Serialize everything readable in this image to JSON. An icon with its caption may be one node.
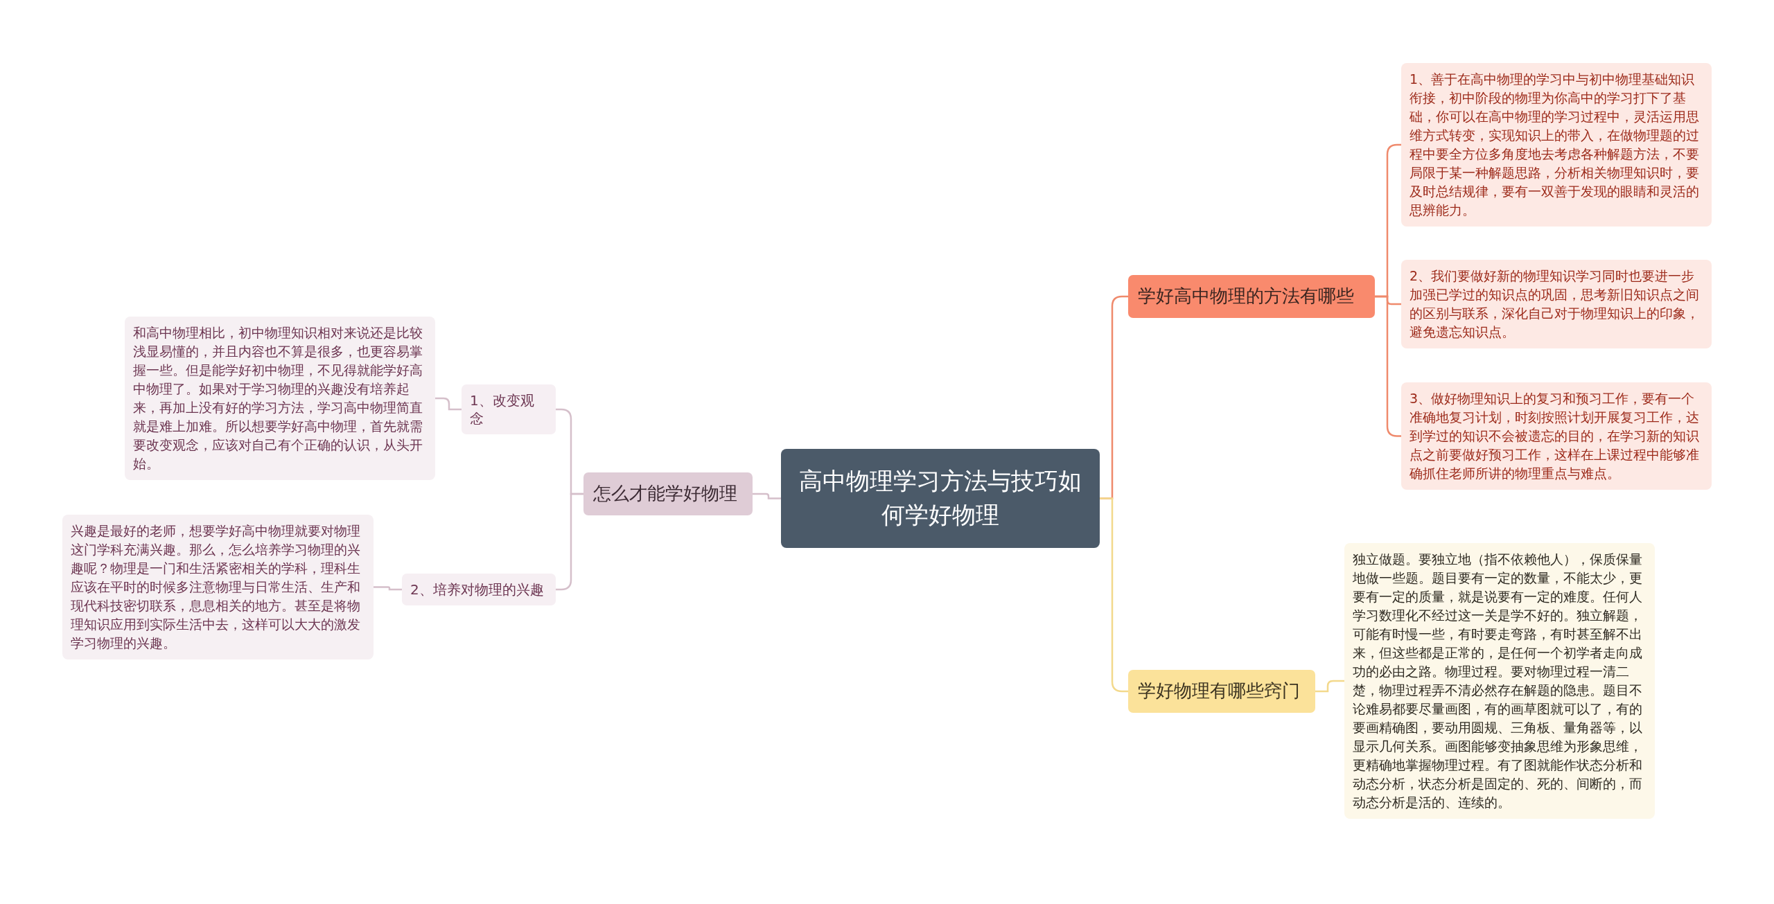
{
  "diagram": {
    "nodes": [
      {
        "text": [
          "高中物理学习方法与技巧如何学好物理"
        ]
      },
      {
        "text": [
          "学好高中物理的方法有哪些"
        ]
      },
      {
        "text": [
          "1、善于在高中物理的学习中与初中物理基础知识衔接，初中阶段的物理为你高中的学习打下了基础，你可以在高中物理的学习过程中，灵活运用思维方式转变，实现知识上的带入，在做物理题的过程中要全方位多角度地去考虑各种解题方法，不要局限于某一种解题思路，分析相关物理知识时，要及时总结规律，要有一双善于发现的眼睛和灵活的思辨能力。"
        ]
      },
      {
        "text": [
          "2、我们要做好新的物理知识学习同时也要进一步加强已学过的知识点的巩固，思考新旧知识点之间的区别与联系，深化自己对于物理知识上的印象，避免遗忘知识点。"
        ]
      },
      {
        "text": [
          "3、做好物理知识上的复习和预习工作，要有一个准确地复习计划，时刻按照计划开展复习工作，达到学过的知识不会被遗忘的目的，在学习新的知识点之前要做好预习工作，这样在上课过程中能够准确抓住老师所讲的物理重点与难点。"
        ]
      },
      {
        "text": [
          "学好物理有哪些窍门"
        ]
      },
      {
        "text": [
          "独立做题。要独立地（指不依赖他人），保质保量地做一些题。题目要有一定的数量，不能太少，更要有一定的质量，就是说要有一定的难度。任何人学习数理化不经过这一关是学不好的。独立解题，可能有时慢一些，有时要走弯路，有时甚至解不出来，但这些都是正常的，是任何一个初学者走向成功的必由之路。物理过程。要对物理过程一清二楚，物理过程弄不清必然存在解题的隐患。题目不论难易都要尽量画图，有的画草图就可以了，有的要画精确图，要动用圆规、三角板、量角器等，以显示几何关系。画图能够变抽象思维为形象思维，更精确地掌握物理过程。有了图就能作状态分析和动态分析，状态分析是固定的、死的、间断的，而动态分析是活的、连续的。"
        ]
      },
      {
        "text": [
          "怎么才能学好物理"
        ]
      },
      {
        "text": [
          "1、改变观念"
        ]
      },
      {
        "text": [
          "和高中物理相比，初中物理知识相对来说还是比较浅显易懂的，并且内容也不算是很多，也更容易掌握一些。但是能学好初中物理，不见得就能学好高中物理了。如果对于学习物理的兴趣没有培养起来，再加上没有好的学习方法，学习高中物理简直就是难上加难。所以想要学好高中物理，首先就需要改变观念，应该对自己有个正确的认识，从头开始。"
        ]
      },
      {
        "text": [
          "2、培养对物理的兴趣"
        ]
      },
      {
        "text": [
          "兴趣是最好的老师，想要学好高中物理就要对物理这门学科充满兴趣。那么，怎么培养学习物理的兴趣呢？物理是一门和生活紧密相关的学科，理科生应该在平时的时候多注意物理与日常生活、生产和现代科技密切联系，息息相关的地方。甚至是将物理知识应用到实际生活中去，这样可以大大的激发学习物理的兴趣。"
        ]
      }
    ],
    "edges": [
      {
        "from": 0,
        "to": 1,
        "arrow": "none",
        "color": "#ef8a6c"
      },
      {
        "from": 1,
        "to": 2,
        "arrow": "none",
        "color": "#ef8a6c"
      },
      {
        "from": 1,
        "to": 3,
        "arrow": "none",
        "color": "#ef8a6c"
      },
      {
        "from": 1,
        "to": 4,
        "arrow": "none",
        "color": "#ef8a6c"
      },
      {
        "from": 0,
        "to": 5,
        "arrow": "none",
        "color": "#f3d98c"
      },
      {
        "from": 5,
        "to": 6,
        "arrow": "none",
        "color": "#f3d98c"
      },
      {
        "from": 0,
        "to": 7,
        "arrow": "none"
      },
      {
        "from": 7,
        "to": 8,
        "arrow": "none"
      },
      {
        "from": 8,
        "to": 9,
        "arrow": "none"
      },
      {
        "from": 7,
        "to": 10,
        "arrow": "none"
      },
      {
        "from": 10,
        "to": 11,
        "arrow": "none"
      }
    ]
  }
}
